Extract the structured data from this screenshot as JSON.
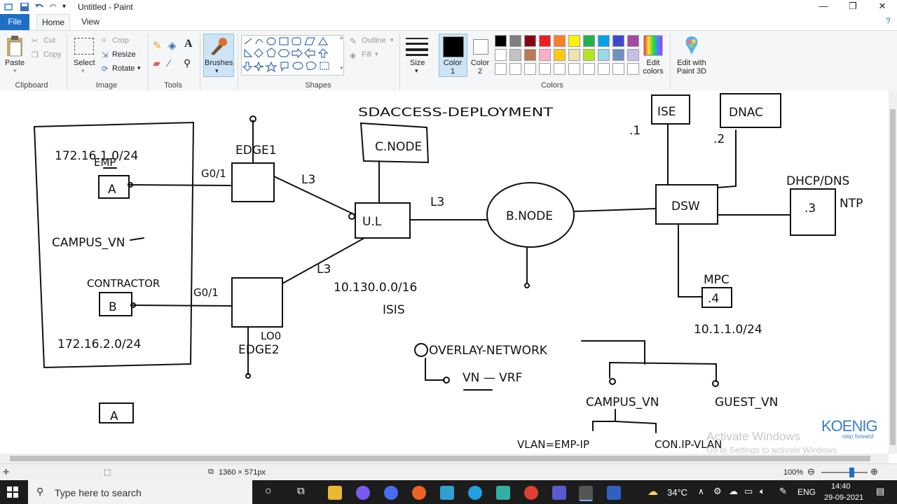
{
  "window": {
    "title": "Untitled - Paint",
    "minimize": "—",
    "maximize": "❐",
    "close": "✕"
  },
  "tabs": [
    {
      "label": "File"
    },
    {
      "label": "Home"
    },
    {
      "label": "View"
    }
  ],
  "ribbon": {
    "clipboard": {
      "paste": "Paste",
      "cut": "Cut",
      "copy": "Copy",
      "label": "Clipboard"
    },
    "image": {
      "select": "Select",
      "crop": "Crop",
      "resize": "Resize",
      "rotate": "Rotate",
      "label": "Image"
    },
    "tools": {
      "label": "Tools"
    },
    "brushes": {
      "label": "Brushes"
    },
    "shapes": {
      "outline": "Outline",
      "fill": "Fill",
      "label": "Shapes"
    },
    "size": {
      "label": "Size"
    },
    "color1": {
      "label": "Color 1"
    },
    "color2": {
      "label": "Color 2"
    },
    "colors": {
      "label": "Colors",
      "edit": "Edit colors"
    },
    "paint3d": {
      "label": "Edit with Paint 3D"
    }
  },
  "palette_row1": [
    "#000000",
    "#7f7f7f",
    "#880015",
    "#ed1c24",
    "#ff7f27",
    "#fff200",
    "#22b14c",
    "#00a2e8",
    "#3f48cc",
    "#a349a4"
  ],
  "palette_row2": [
    "#ffffff",
    "#c3c3c3",
    "#b97a57",
    "#ffaec9",
    "#ffc90e",
    "#efe4b0",
    "#b5e61d",
    "#99d9ea",
    "#7092be",
    "#c8bfe7"
  ],
  "drawing": {
    "title": "SDACCESS-DEPLOYMENT",
    "cnode": "C.NODE",
    "edge1": "EDGE1",
    "edge2": "EDGE2",
    "ul": "U.L",
    "bnode": "B.NODE",
    "dsw": "DSW",
    "ise": "ISE",
    "dnac": "DNAC",
    "dhcp": "DHCP/DNS",
    "ntp": "NTP",
    "mpc": "MPC",
    "n1": ".1",
    "n2": ".2",
    "n3": ".3",
    "n4": ".4",
    "l3a": "L3",
    "l3b": "L3",
    "l3c": "L3",
    "net1": "172.16.1.0/24",
    "emp": "EMP",
    "hostA": "A",
    "campus": "CAMPUS_VN",
    "contractor": "CONTRACTOR",
    "hostB": "B",
    "net2": "172.16.2.0/24",
    "g01a": "G0/1",
    "g01b": "G0/1",
    "underlay": "10.130.0.0/16",
    "isis": "ISIS",
    "loopback": "10.1.1.0/24",
    "overlay": "OVERLAY-NETWORK",
    "vnvrf": "VN — VRF",
    "campus_vn": "CAMPUS_VN",
    "guest_vn": "GUEST_VN",
    "vlan": "VLAN=EMP-IP",
    "vlan2": "CON.IP-VLAN",
    "hostA2": "A",
    "lo0": "LO0"
  },
  "watermark": {
    "activate": "Activate Windows",
    "settings": "Go to Settings to activate Windows.",
    "brand": "KOENIG",
    "tagline": "step forward"
  },
  "statusbar": {
    "size": "1360 × 571px",
    "zoom": "100%"
  },
  "taskbar": {
    "search": "Type here to search",
    "temp": "34°C",
    "lang": "ENG",
    "time": "14:40",
    "date": "29-09-2021"
  }
}
